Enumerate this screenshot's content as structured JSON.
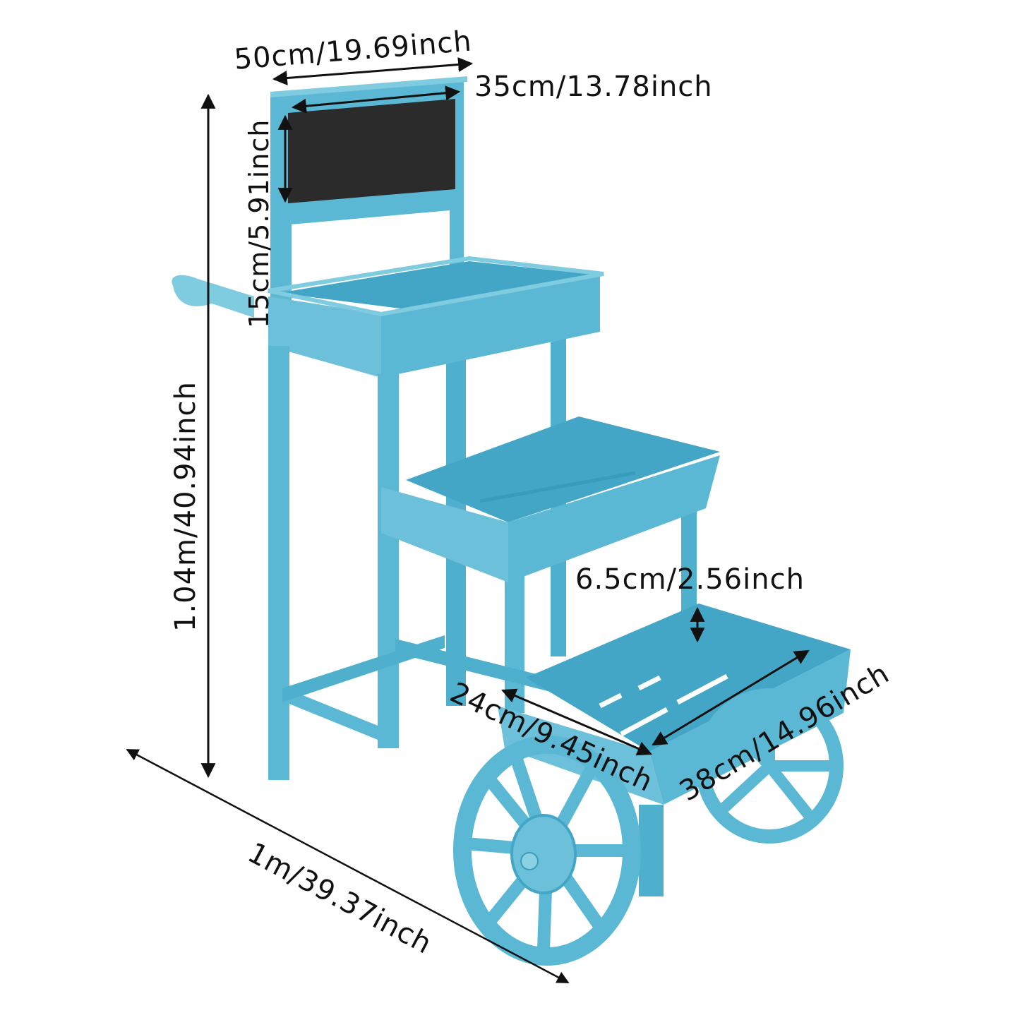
{
  "product": {
    "name": "Wooden cart plant stand with chalkboard",
    "body_color": "#5bb8d4",
    "shade_color": "#43a6c6",
    "light_color": "#7fcbe0",
    "chalkboard_color": "#2b2b2b"
  },
  "dimensions": {
    "top_width": "50cm/19.69inch",
    "chalkboard_width": "35cm/13.78inch",
    "chalkboard_height": "15cm/5.91inch",
    "total_height": "1.04m/40.94inch",
    "bottom_tray_depth": "6.5cm/2.56inch",
    "bottom_tray_width": "24cm/9.45inch",
    "bottom_tray_length": "38cm/14.96inch",
    "total_length": "1m/39.37inch"
  },
  "annotation_color": "#111111"
}
